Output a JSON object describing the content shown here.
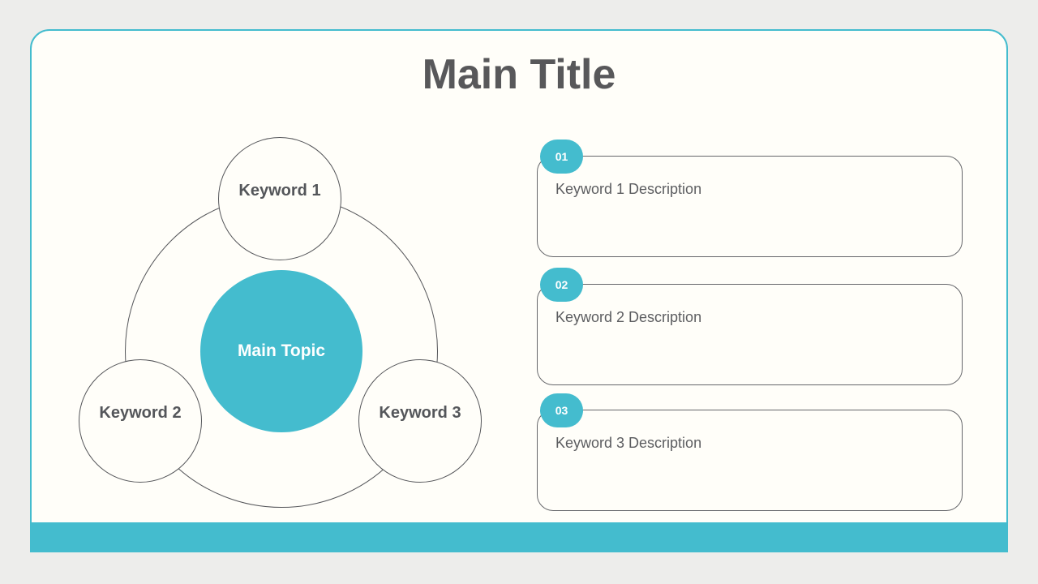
{
  "slide": {
    "title": "Main Title",
    "diagram": {
      "center_label": "Main Topic",
      "nodes": [
        {
          "label": "Keyword 1"
        },
        {
          "label": "Keyword 2"
        },
        {
          "label": "Keyword 3"
        }
      ]
    },
    "items": [
      {
        "number": "01",
        "description": "Keyword 1 Description"
      },
      {
        "number": "02",
        "description": "Keyword 2 Description"
      },
      {
        "number": "03",
        "description": "Keyword 3 Description"
      }
    ],
    "colors": {
      "accent": "#44BCCE",
      "title_text": "#58585A",
      "node_text": "#54565A",
      "description_text": "#5C5D60",
      "circle_border": "#55565A",
      "card_border": "#66676B",
      "slide_background": "#FFFEF9",
      "page_background": "#EDEDEB"
    }
  }
}
